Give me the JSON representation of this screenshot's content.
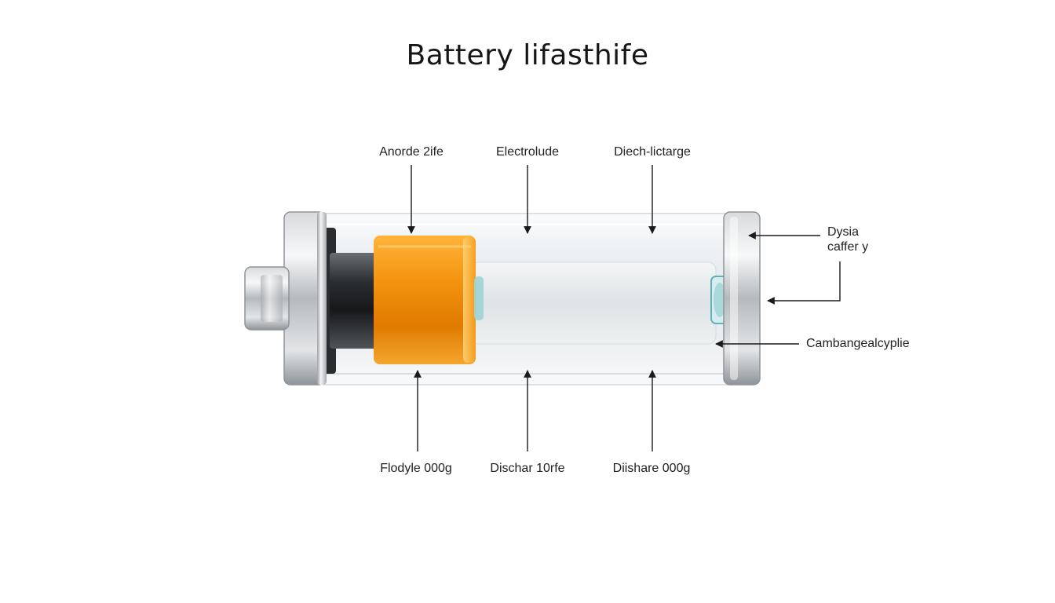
{
  "title": "Battery lifasthife",
  "labels": {
    "top": [
      "Anorde 2ife",
      "Electrolude",
      "Diech-lictarge"
    ],
    "bottom": [
      "Flodyle 000g",
      "Dischar 10rfe",
      "Diishare 000g"
    ],
    "right_1": "Dysia\ncaffer y",
    "right_2": "Cambangealcyplie"
  },
  "colors": {
    "anode": "#f08a00",
    "metal": "#b9bcbe",
    "glass": "#eef1f3",
    "accent": "#5fb3b8"
  }
}
